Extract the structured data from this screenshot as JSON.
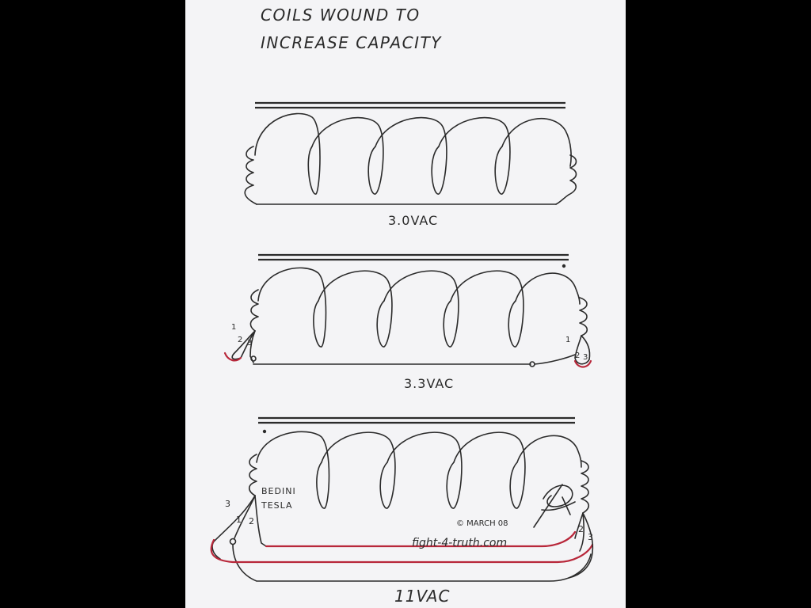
{
  "title_line1": "COILS WOUND TO",
  "title_line2": "INCREASE CAPACITY",
  "coils": [
    {
      "voltage": "3.0VAC"
    },
    {
      "voltage": "3.3VAC",
      "left_nums": [
        "1",
        "2",
        "3"
      ],
      "right_nums": [
        "1",
        "2",
        "3"
      ]
    },
    {
      "voltage": "11VAC",
      "left_nums": [
        "3",
        "1",
        "2"
      ],
      "right_nums": [
        "2",
        "3"
      ]
    }
  ],
  "credit": {
    "brand_line1": "BEDINI",
    "brand_line2": "TESLA",
    "copyright": "© MARCH 08",
    "website": "fight-4-truth.com"
  },
  "colors": {
    "paper": "#f4f4f6",
    "ink": "#2b2b2b",
    "red_wire": "#b8273a",
    "background": "#000000"
  }
}
